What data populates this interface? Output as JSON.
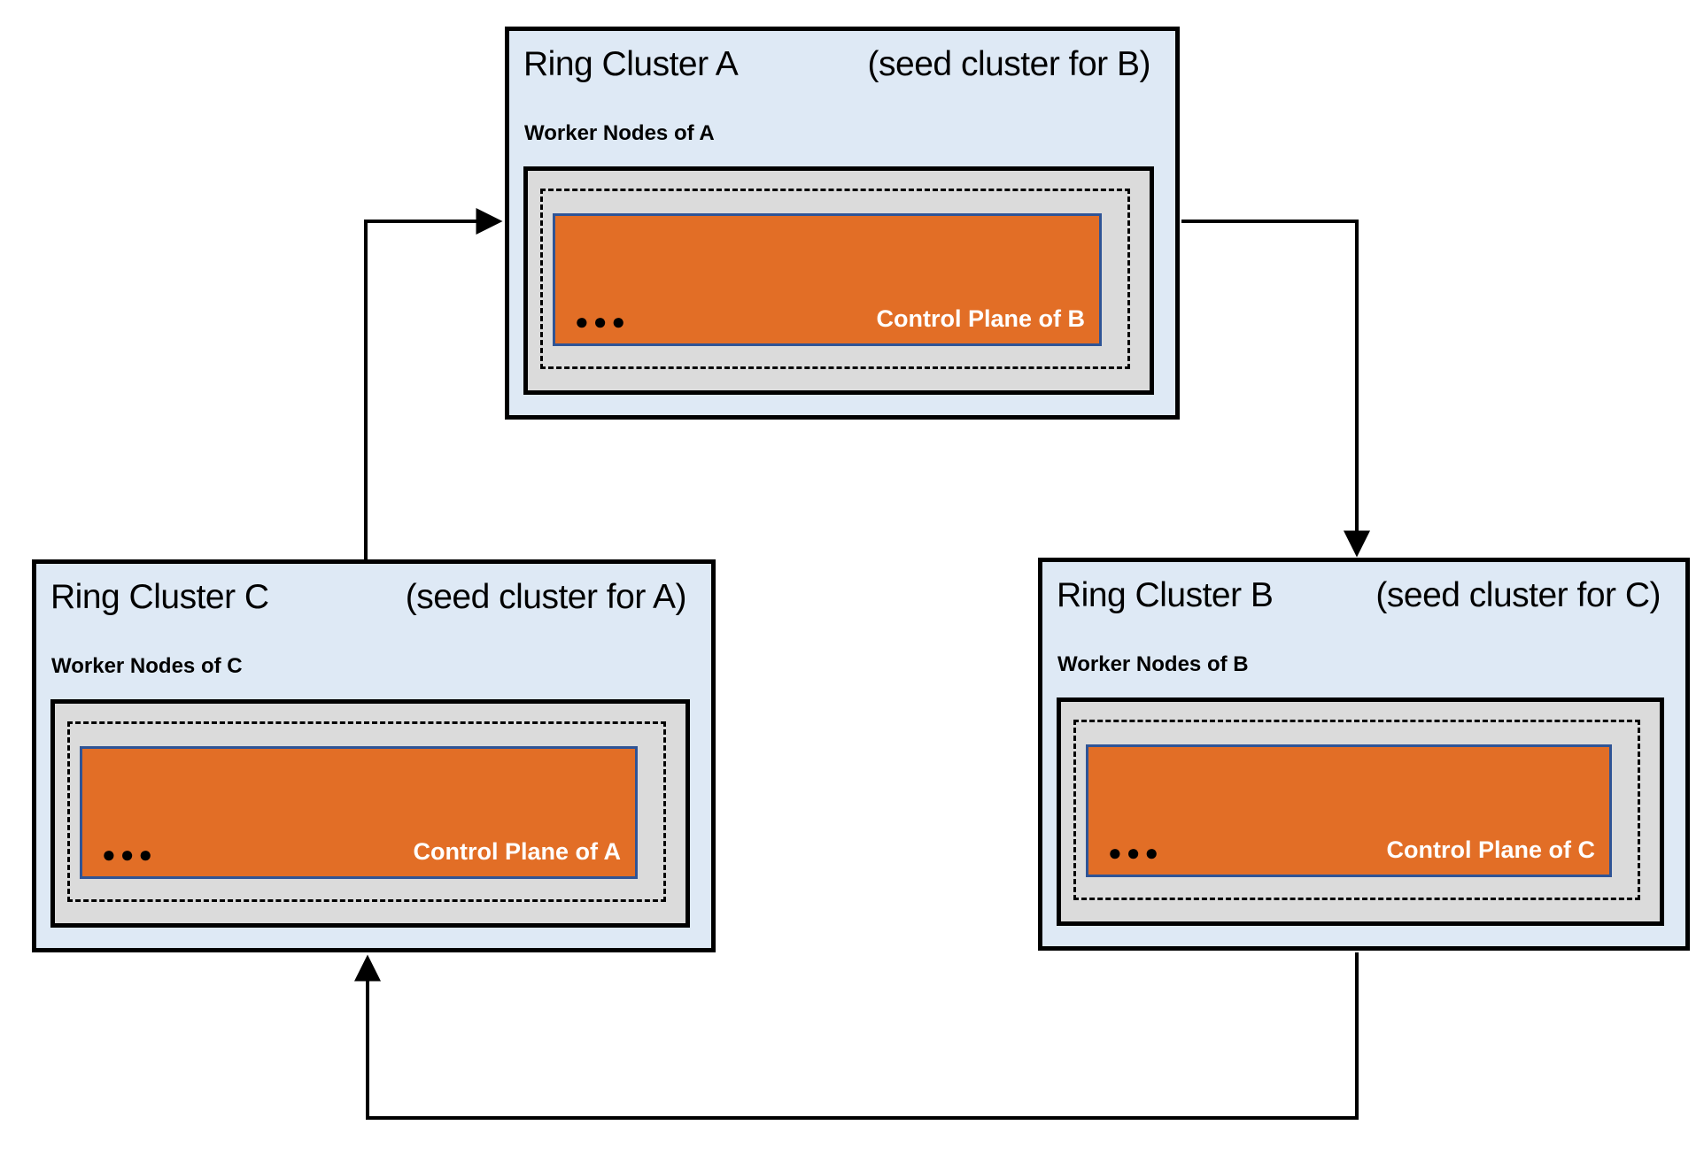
{
  "diagram": {
    "clusters": [
      {
        "id": "A",
        "title": "Ring Cluster A",
        "subtitle": "(seed cluster for B)",
        "worker_label": "Worker Nodes of A",
        "control_plane_label": "Control Plane of B",
        "dots": "●●●"
      },
      {
        "id": "C",
        "title": "Ring Cluster C",
        "subtitle": "(seed cluster for A)",
        "worker_label": "Worker Nodes of C",
        "control_plane_label": "Control Plane of A",
        "dots": "●●●"
      },
      {
        "id": "B",
        "title": "Ring Cluster B",
        "subtitle": "(seed cluster for C)",
        "worker_label": "Worker Nodes of B",
        "control_plane_label": "Control Plane of C",
        "dots": "●●●"
      }
    ],
    "arrows": [
      {
        "from": "C",
        "to": "A"
      },
      {
        "from": "A",
        "to": "B"
      },
      {
        "from": "B",
        "to": "C"
      }
    ],
    "colors": {
      "cluster_bg": "#dee9f5",
      "worker_area_bg": "#dbdbdb",
      "control_plane_bg": "#e26e26",
      "control_plane_border": "#2f5496",
      "line": "#000000"
    }
  }
}
